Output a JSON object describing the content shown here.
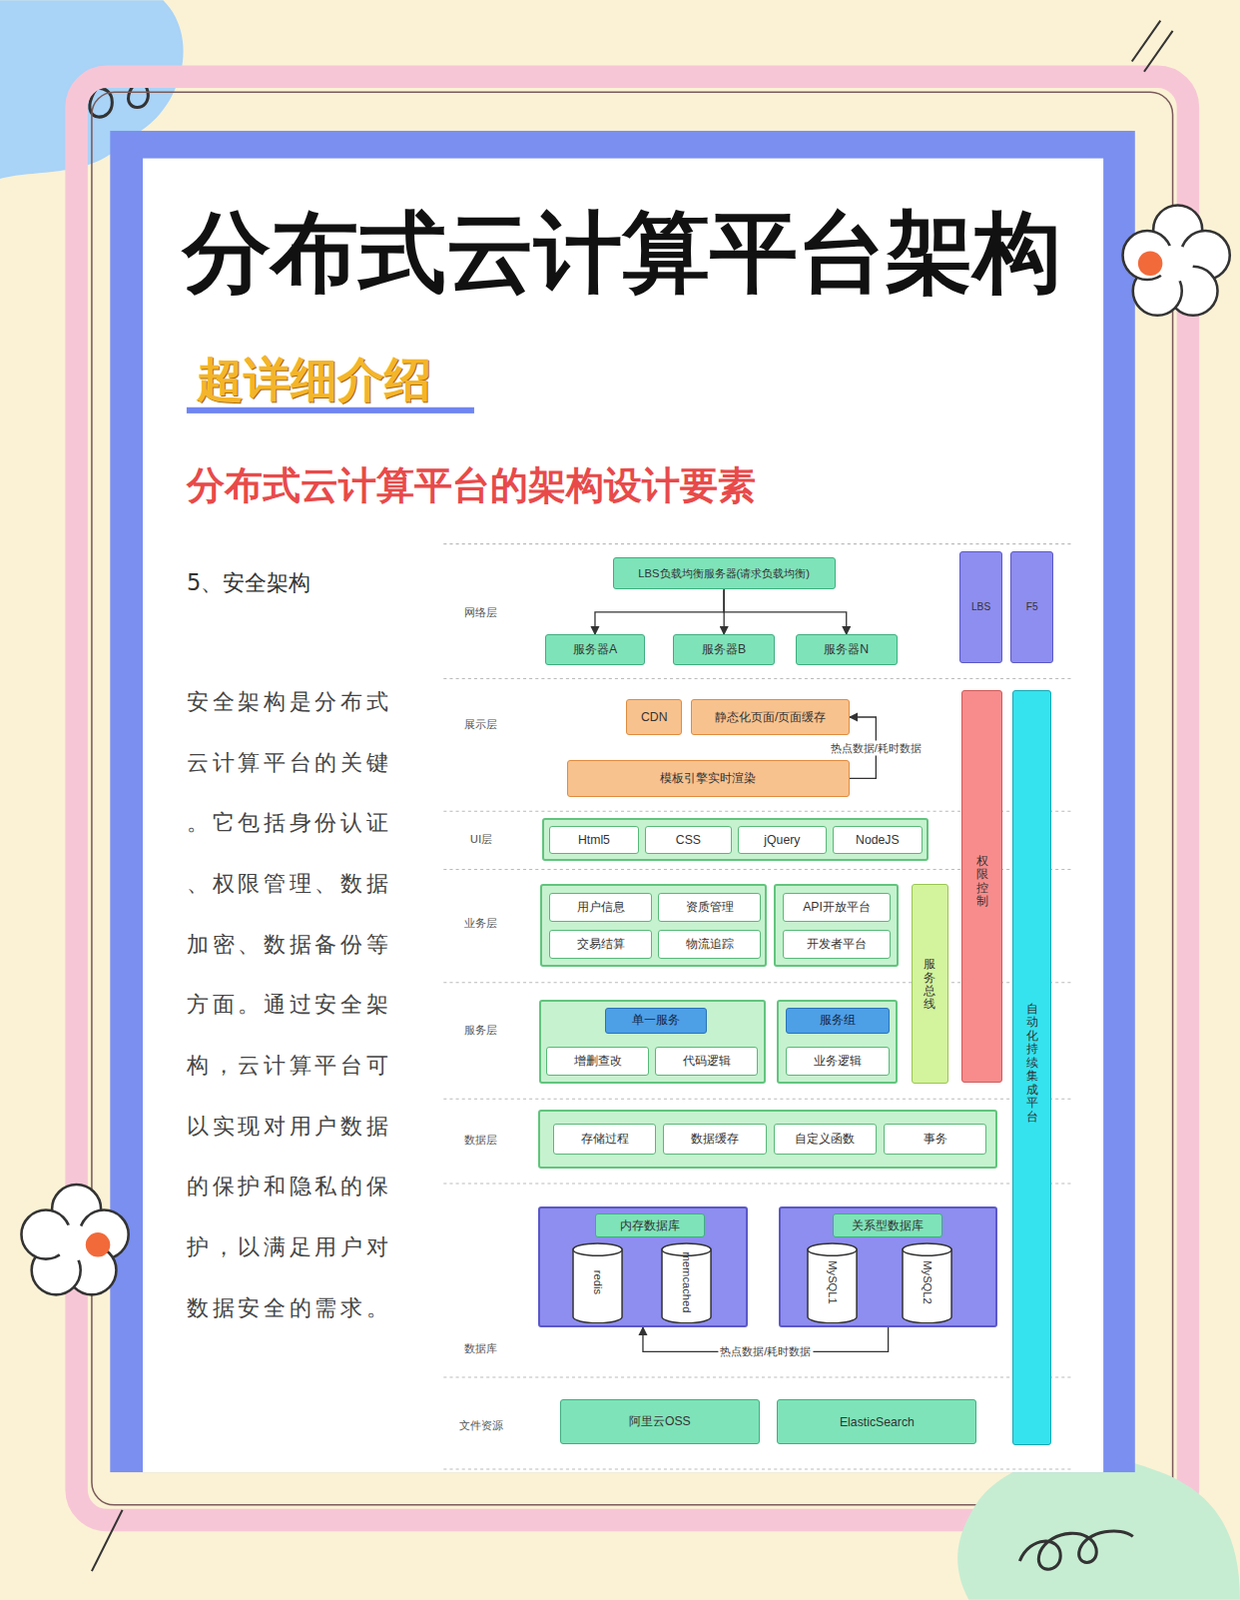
{
  "diagram": {
    "title": "分布式云计算平台架构",
    "nodes": [
      {
        "text": [
          "LBS负载均衡服务器(请求负载均衡)"
        ]
      },
      {
        "text": [
          "服务器A"
        ]
      },
      {
        "text": [
          "服务器B"
        ]
      },
      {
        "text": [
          "服务器N"
        ]
      },
      {
        "text": [
          "CDN"
        ]
      },
      {
        "text": [
          "静态化页面/页面缓存"
        ]
      },
      {
        "text": [
          "模板引擎实时渲染"
        ]
      },
      {
        "text": []
      },
      {
        "text": [
          "Html5"
        ],
        "in": 7
      },
      {
        "text": [
          "CSS"
        ],
        "in": 7
      },
      {
        "text": [
          "jQuery"
        ],
        "in": 7
      },
      {
        "text": [
          "NodeJS"
        ],
        "in": 7
      },
      {
        "text": []
      },
      {
        "text": [
          "用户信息"
        ],
        "in": 12
      },
      {
        "text": [
          "资质管理"
        ],
        "in": 12
      },
      {
        "text": [
          "交易结算"
        ],
        "in": 12
      },
      {
        "text": [
          "物流追踪"
        ],
        "in": 12
      },
      {
        "text": []
      },
      {
        "text": [
          "API开放平台"
        ],
        "in": 17
      },
      {
        "text": [
          "开发者平台"
        ],
        "in": 17
      },
      {
        "text": [
          "服务总线"
        ]
      },
      {
        "text": []
      },
      {
        "text": [
          "单一服务"
        ],
        "in": 21
      },
      {
        "text": [
          "增删查改"
        ],
        "in": 21
      },
      {
        "text": [
          "代码逻辑"
        ],
        "in": 21
      },
      {
        "text": []
      },
      {
        "text": [
          "服务组"
        ],
        "in": 25
      },
      {
        "text": [
          "业务逻辑"
        ],
        "in": 25
      },
      {
        "text": []
      },
      {
        "text": [
          "存储过程"
        ],
        "in": 28
      },
      {
        "text": [
          "数据缓存"
        ],
        "in": 28
      },
      {
        "text": [
          "自定义函数"
        ],
        "in": 28
      },
      {
        "text": [
          "事务"
        ],
        "in": 28
      },
      {
        "text": []
      },
      {
        "text": [
          "内存数据库"
        ],
        "in": 33
      },
      {
        "text": [
          "redis"
        ],
        "in": 33
      },
      {
        "text": [
          "memcached"
        ],
        "in": 33
      },
      {
        "text": []
      },
      {
        "text": [
          "关系型数据库"
        ],
        "in": 37
      },
      {
        "text": [
          "MySQL1"
        ],
        "in": 37
      },
      {
        "text": [
          "MySQL2"
        ],
        "in": 37
      },
      {
        "text": [
          "阿里云OSS"
        ]
      },
      {
        "text": [
          "ElasticSearch"
        ]
      },
      {
        "text": [
          "LBS"
        ]
      },
      {
        "text": [
          "F5"
        ]
      },
      {
        "text": [
          "权限控制"
        ]
      },
      {
        "text": [
          "自动化持续集成平台"
        ]
      }
    ],
    "edges": [
      {
        "from": 0,
        "to": 1,
        "arrow": "to"
      },
      {
        "from": 0,
        "to": 2,
        "arrow": "to"
      },
      {
        "from": 0,
        "to": 3,
        "arrow": "to"
      },
      {
        "from": 6,
        "to": 5,
        "label": "热点数据/耗时数据",
        "arrow": "to"
      },
      {
        "from": 37,
        "to": 33,
        "label": "热点数据/耗时数据",
        "arrow": "to"
      }
    ],
    "labels": [
      "超详细介绍",
      "分布式云计算平台的架构设计要素",
      "5、安全架构",
      "安全架构是分布式云计算平台的关键。它包括身份认证、权限管理、数据加密、数据备份等方面。通过安全架构，云计算平台可以实现对用户数据的保护和隐私的保护，以满足用户对数据安全的需求。",
      "网络层",
      "展示层",
      "UI层",
      "业务层",
      "服务层",
      "数据层",
      "数据库",
      "文件资源"
    ]
  }
}
